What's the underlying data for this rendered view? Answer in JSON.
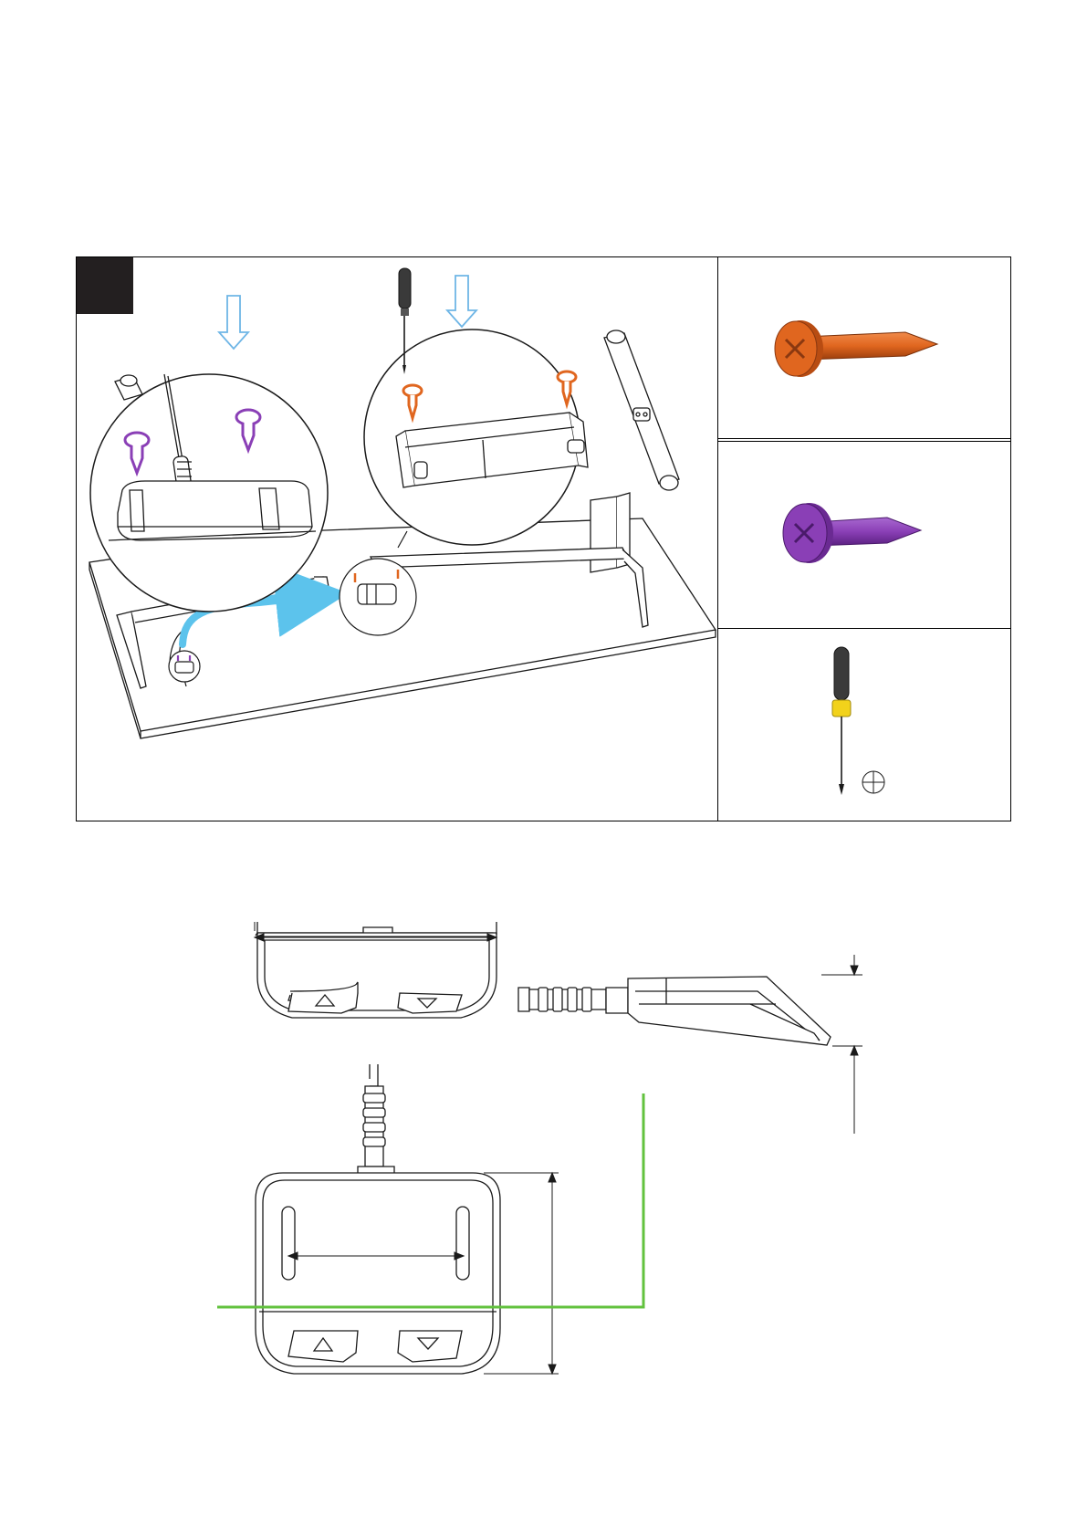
{
  "step": {
    "number": "",
    "parts": [
      {
        "name": "screw-orange",
        "color": "#e0661f"
      },
      {
        "name": "screw-purple",
        "color": "#8a3fb6"
      },
      {
        "name": "phillips-screwdriver",
        "color": "#f2d21b"
      }
    ]
  },
  "colors": {
    "arrow_outline": "#6fb6e6",
    "cable_route_arrow": "#5cc3ec",
    "marker_line": "#62c23e",
    "line": "#1a1a1a"
  },
  "icons": [
    "down-arrow-icon",
    "screwdriver-icon",
    "screw-icon",
    "phillips-head-icon",
    "up-arrow-icon",
    "down-triangle-icon"
  ]
}
